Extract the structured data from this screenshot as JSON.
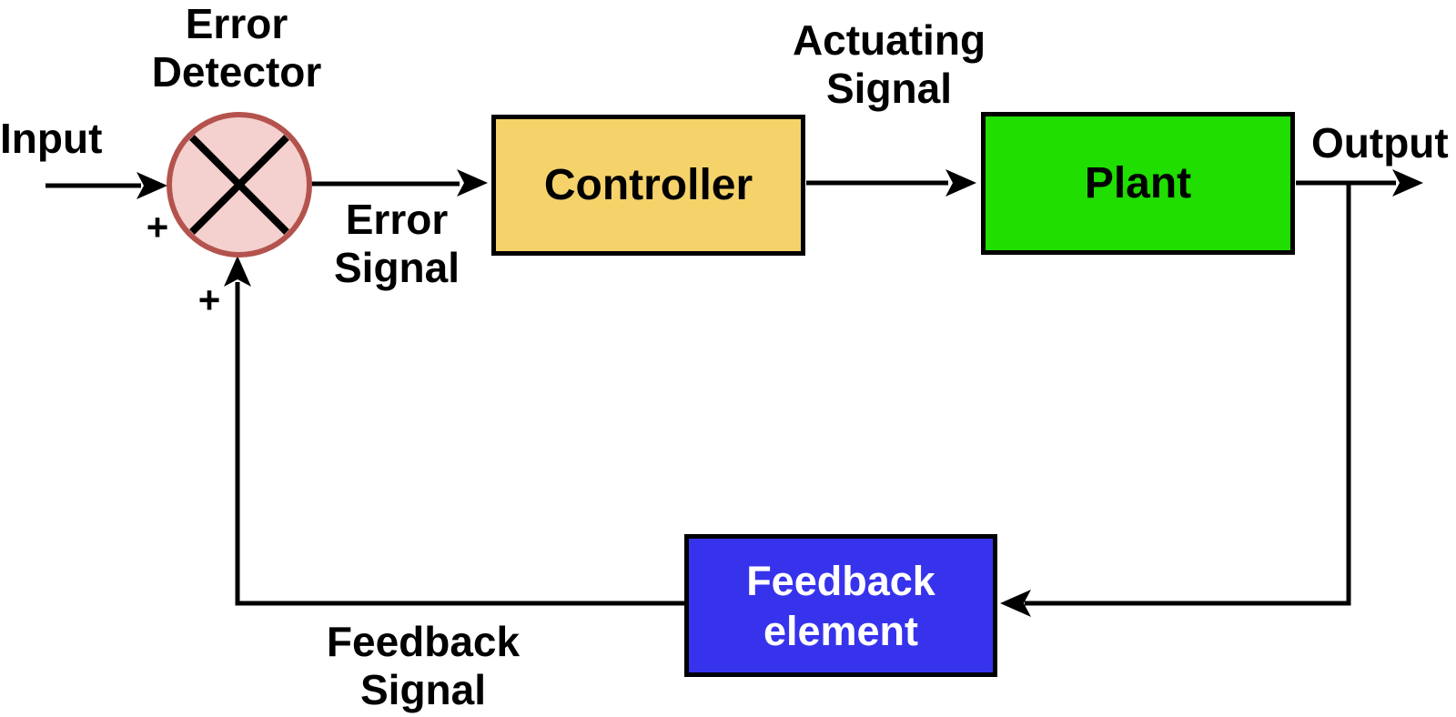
{
  "diagram": {
    "kind": "closed-loop-control-system-block-diagram",
    "labels": {
      "error_detector": [
        "Error",
        "Detector"
      ],
      "input": "Input",
      "plus_upper": "+",
      "plus_lower": "+",
      "error_signal": [
        "Error",
        "Signal"
      ],
      "actuating_signal": [
        "Actuating",
        "Signal"
      ],
      "output": "Output",
      "feedback_signal": [
        "Feedback",
        "Signal"
      ]
    },
    "nodes": {
      "error_detector": {
        "shape": "circle-with-x",
        "fill": "#F4D0CE",
        "border": "#B4534E"
      },
      "controller": {
        "label": "Controller",
        "fill": "#F5D36A",
        "border": "#000000",
        "text_color": "#000000"
      },
      "plant": {
        "label": "Plant",
        "fill": "#1FDE00",
        "border": "#000000",
        "text_color": "#000000"
      },
      "feedback_element": {
        "label": [
          "Feedback",
          "element"
        ],
        "fill": "#3733EC",
        "border": "#000000",
        "text_color": "#FFFFFF"
      }
    },
    "wires": {
      "color": "#000000",
      "connections": [
        "input -> error_detector",
        "error_detector -> controller (error signal)",
        "controller -> plant (actuating signal)",
        "plant -> output",
        "output -> feedback_element",
        "feedback_element -> error_detector (feedback signal)"
      ]
    }
  }
}
